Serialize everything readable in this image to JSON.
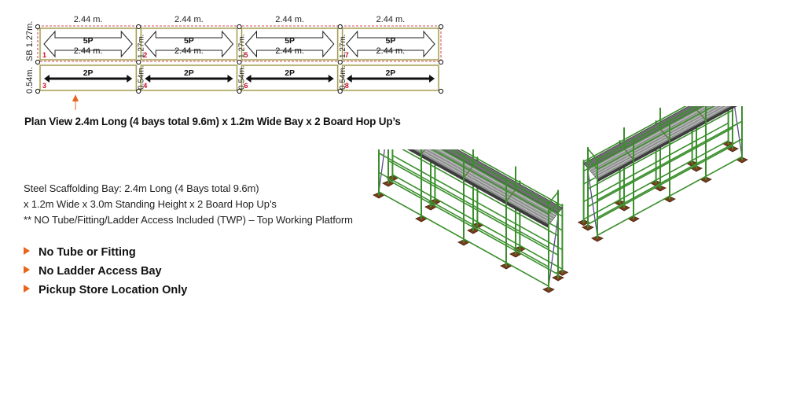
{
  "plan": {
    "bay_widths": [
      "2.44 m.",
      "2.44 m.",
      "2.44 m.",
      "2.44 m."
    ],
    "top_row": [
      {
        "board": "5P",
        "width": "2.44 m.",
        "bay": "1"
      },
      {
        "board": "5P",
        "width": "2.44 m.",
        "bay": "2"
      },
      {
        "board": "5P",
        "width": "2.44 m.",
        "bay": "5"
      },
      {
        "board": "5P",
        "width": "2.44 m.",
        "bay": "7"
      }
    ],
    "bottom_row": [
      {
        "board": "2P",
        "bay": "3"
      },
      {
        "board": "2P",
        "bay": "4"
      },
      {
        "board": "2P",
        "bay": "6"
      },
      {
        "board": "2P",
        "bay": "8"
      }
    ],
    "side_label_top": "SB 1.27m.",
    "side_label_bottom": "0.54m.",
    "inner_label_top": "1.27m.",
    "inner_label_bottom": "0.54m."
  },
  "caption": "Plan View 2.4m Long (4 bays total 9.6m) x 1.2m Wide Bay x 2 Board Hop Up’s",
  "description": [
    "Steel Scaffolding Bay: 2.4m Long (4 Bays total 9.6m)",
    "x 1.2m Wide x 3.0m Standing Height x 2 Board Hop Up’s",
    "** NO Tube/Fitting/Ladder Access Included (TWP) – Top Working Platform"
  ],
  "features": [
    "No Tube or Fitting",
    "No Ladder Access Bay",
    "Pickup Store Location Only"
  ],
  "colors": {
    "accent": "#e8641b",
    "frame_green": "#3a8f2c",
    "brace_purple": "#5a4a8c",
    "deck_grey": "#8f9090",
    "base_brown": "#7a3b1c",
    "outline_red": "#c8102e",
    "bay_yellow": "#dcd89a"
  }
}
